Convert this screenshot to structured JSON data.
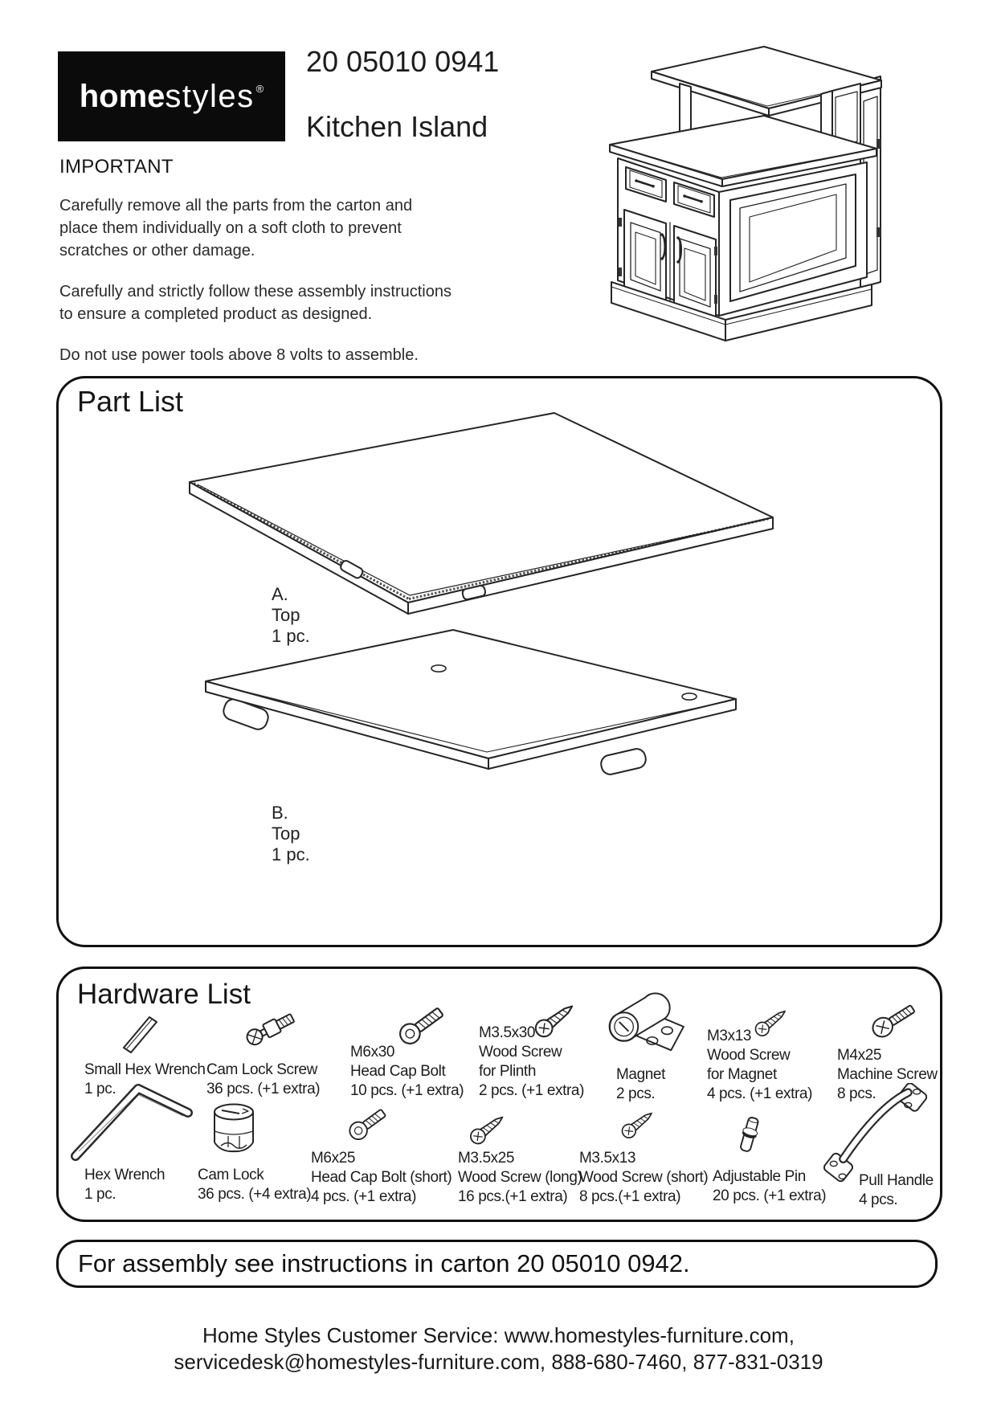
{
  "colors": {
    "ink": "#1d1d1d",
    "line_art": "#252525",
    "logo_bg": "#0b0b0b",
    "logo_text": "#ffffff"
  },
  "header": {
    "logo_bold": "home",
    "logo_light": "styles",
    "logo_reg": "®",
    "model_number": "20 05010 0941",
    "product_name": "Kitchen Island"
  },
  "important": {
    "title": "IMPORTANT",
    "paragraphs": [
      {
        "lines": [
          "Carefully remove all the parts from the carton and",
          "place them individually on a soft cloth to prevent",
          "scratches or other damage."
        ]
      },
      {
        "lines": [
          "Carefully and strictly follow these assembly instructions",
          "to ensure a completed product as designed."
        ]
      },
      {
        "lines": [
          "Do not use power tools above 8 volts to assemble."
        ]
      }
    ]
  },
  "part_list": {
    "title": "Part List",
    "parts": [
      {
        "letter": "A.",
        "name": "Top",
        "qty": "1 pc."
      },
      {
        "letter": "B.",
        "name": "Top",
        "qty": "1 pc."
      }
    ]
  },
  "hardware_list": {
    "title": "Hardware List",
    "items": [
      {
        "icon": "small-hex-wrench-icon",
        "lines": [
          "Small Hex Wrench",
          "1 pc."
        ]
      },
      {
        "icon": "cam-lock-screw-icon",
        "lines": [
          "Cam Lock Screw",
          "36 pcs. (+1 extra)"
        ]
      },
      {
        "icon": "head-cap-bolt-icon",
        "lines": [
          "M6x30",
          "Head Cap Bolt",
          "10 pcs. (+1 extra)"
        ]
      },
      {
        "icon": "wood-screw-icon",
        "lines": [
          "M3.5x30",
          "Wood Screw",
          "for Plinth",
          "2 pcs. (+1 extra)"
        ]
      },
      {
        "icon": "magnet-icon",
        "lines": [
          "Magnet",
          "2 pcs."
        ]
      },
      {
        "icon": "wood-screw-icon",
        "lines": [
          "M3x13",
          "Wood Screw",
          "for Magnet",
          "4 pcs. (+1 extra)"
        ]
      },
      {
        "icon": "machine-screw-icon",
        "lines": [
          "M4x25",
          "Machine Screw",
          "8 pcs."
        ]
      },
      {
        "icon": "hex-wrench-icon",
        "lines": [
          "Hex Wrench",
          "1 pc."
        ]
      },
      {
        "icon": "cam-lock-icon",
        "lines": [
          "Cam Lock",
          "36 pcs. (+4 extra)"
        ]
      },
      {
        "icon": "head-cap-bolt-icon",
        "lines": [
          "M6x25",
          "Head Cap Bolt (short)",
          "4 pcs. (+1 extra)"
        ]
      },
      {
        "icon": "wood-screw-icon",
        "lines": [
          "M3.5x25",
          "Wood Screw (long)",
          "16 pcs.(+1 extra)"
        ]
      },
      {
        "icon": "wood-screw-icon",
        "lines": [
          "M3.5x13",
          "Wood Screw (short)",
          "8 pcs.(+1 extra)"
        ]
      },
      {
        "icon": "adjustable-pin-icon",
        "lines": [
          "Adjustable Pin",
          "20 pcs. (+1 extra)"
        ]
      },
      {
        "icon": "pull-handle-icon",
        "lines": [
          "Pull Handle",
          "4 pcs."
        ]
      }
    ]
  },
  "assembly_note": "For assembly see instructions in carton 20 05010 0942.",
  "footer": {
    "lines": [
      "Home Styles Customer Service: www.homestyles-furniture.com,",
      "servicedesk@homestyles-furniture.com, 888-680-7460, 877-831-0319"
    ]
  }
}
